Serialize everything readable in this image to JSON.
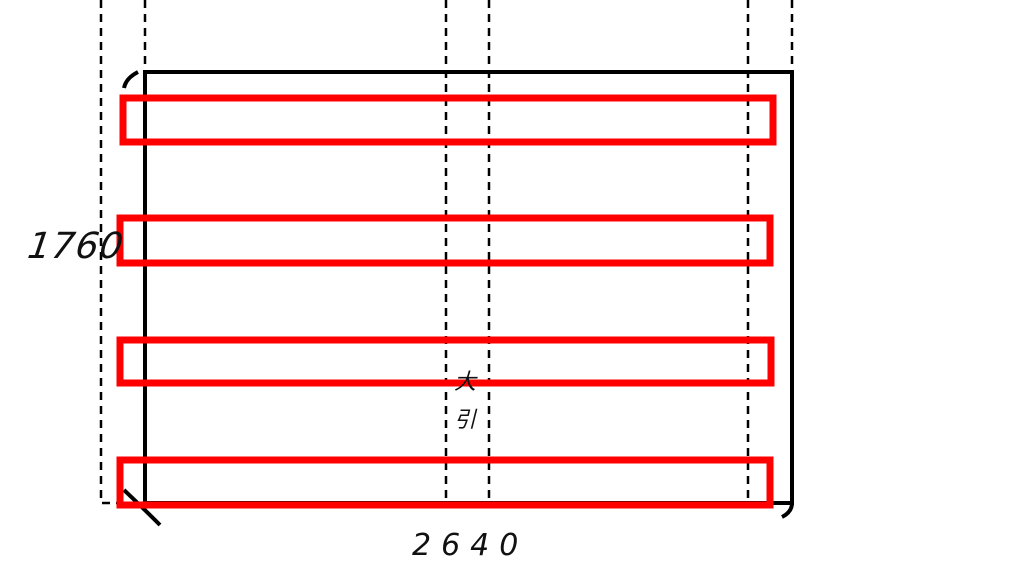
{
  "dimensions": {
    "height_label": "1760",
    "width_label": "2640"
  },
  "member_label": "大引",
  "colors": {
    "frame": "#000000",
    "members": "#ff0000"
  },
  "member_count": 4
}
